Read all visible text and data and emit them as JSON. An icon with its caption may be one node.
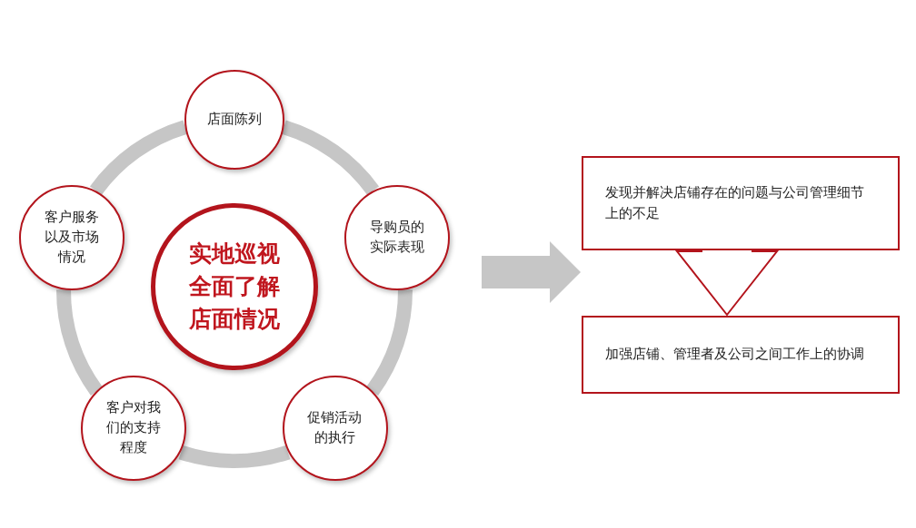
{
  "diagram": {
    "nodes": [
      {
        "text": [
          "实地巡视全面了解店面情况"
        ]
      },
      {
        "text": [
          "店面陈列"
        ]
      },
      {
        "text": [
          "导购员的实际表现"
        ]
      },
      {
        "text": [
          "促销活动的执行"
        ]
      },
      {
        "text": [
          "客户对我们的支持程度"
        ]
      },
      {
        "text": [
          "客户服务以及市场情况"
        ]
      },
      {
        "text": [
          "发现并解决店铺存在的问题与公司管理细节上的不足"
        ]
      },
      {
        "text": [
          "加强店铺、管理者及公司之间工作上的协调"
        ]
      }
    ],
    "edges": [
      {
        "from": 1,
        "to": 2,
        "arrow": "none"
      },
      {
        "from": 2,
        "to": 3,
        "arrow": "none"
      },
      {
        "from": 3,
        "to": 4,
        "arrow": "none"
      },
      {
        "from": 4,
        "to": 5,
        "arrow": "none"
      },
      {
        "from": 5,
        "to": 1,
        "arrow": "none"
      },
      {
        "from": null,
        "to": 6,
        "arrow": "to",
        "style": "thick"
      },
      {
        "from": 6,
        "to": 7,
        "arrow": "to",
        "color": "#b3141c"
      }
    ]
  }
}
